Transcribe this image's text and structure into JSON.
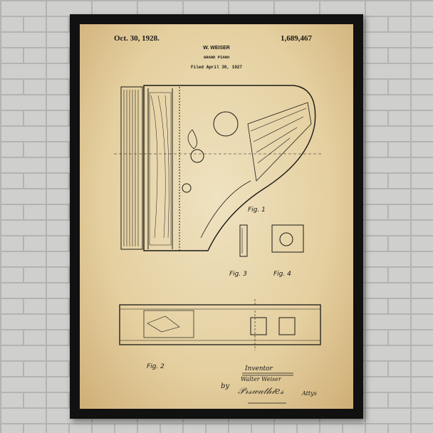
{
  "patent": {
    "date": "Oct. 30, 1928.",
    "number": "1,689,467",
    "inventor_header": "W. WEISER",
    "title": "GRAND PIANO",
    "filed": "Filed April 30, 1927"
  },
  "figures": {
    "fig1": "Fig. 1",
    "fig2": "Fig. 2",
    "fig3": "Fig. 3",
    "fig4": "Fig. 4"
  },
  "signature": {
    "inventor_label": "Inventor",
    "inventor_name": "Walter Weiser",
    "by": "by",
    "attorneys": "Attys"
  },
  "colors": {
    "frame": "#111111",
    "paper": "#e8d6a8",
    "ink": "#1b1a16",
    "wall": "#cfcfcd"
  }
}
